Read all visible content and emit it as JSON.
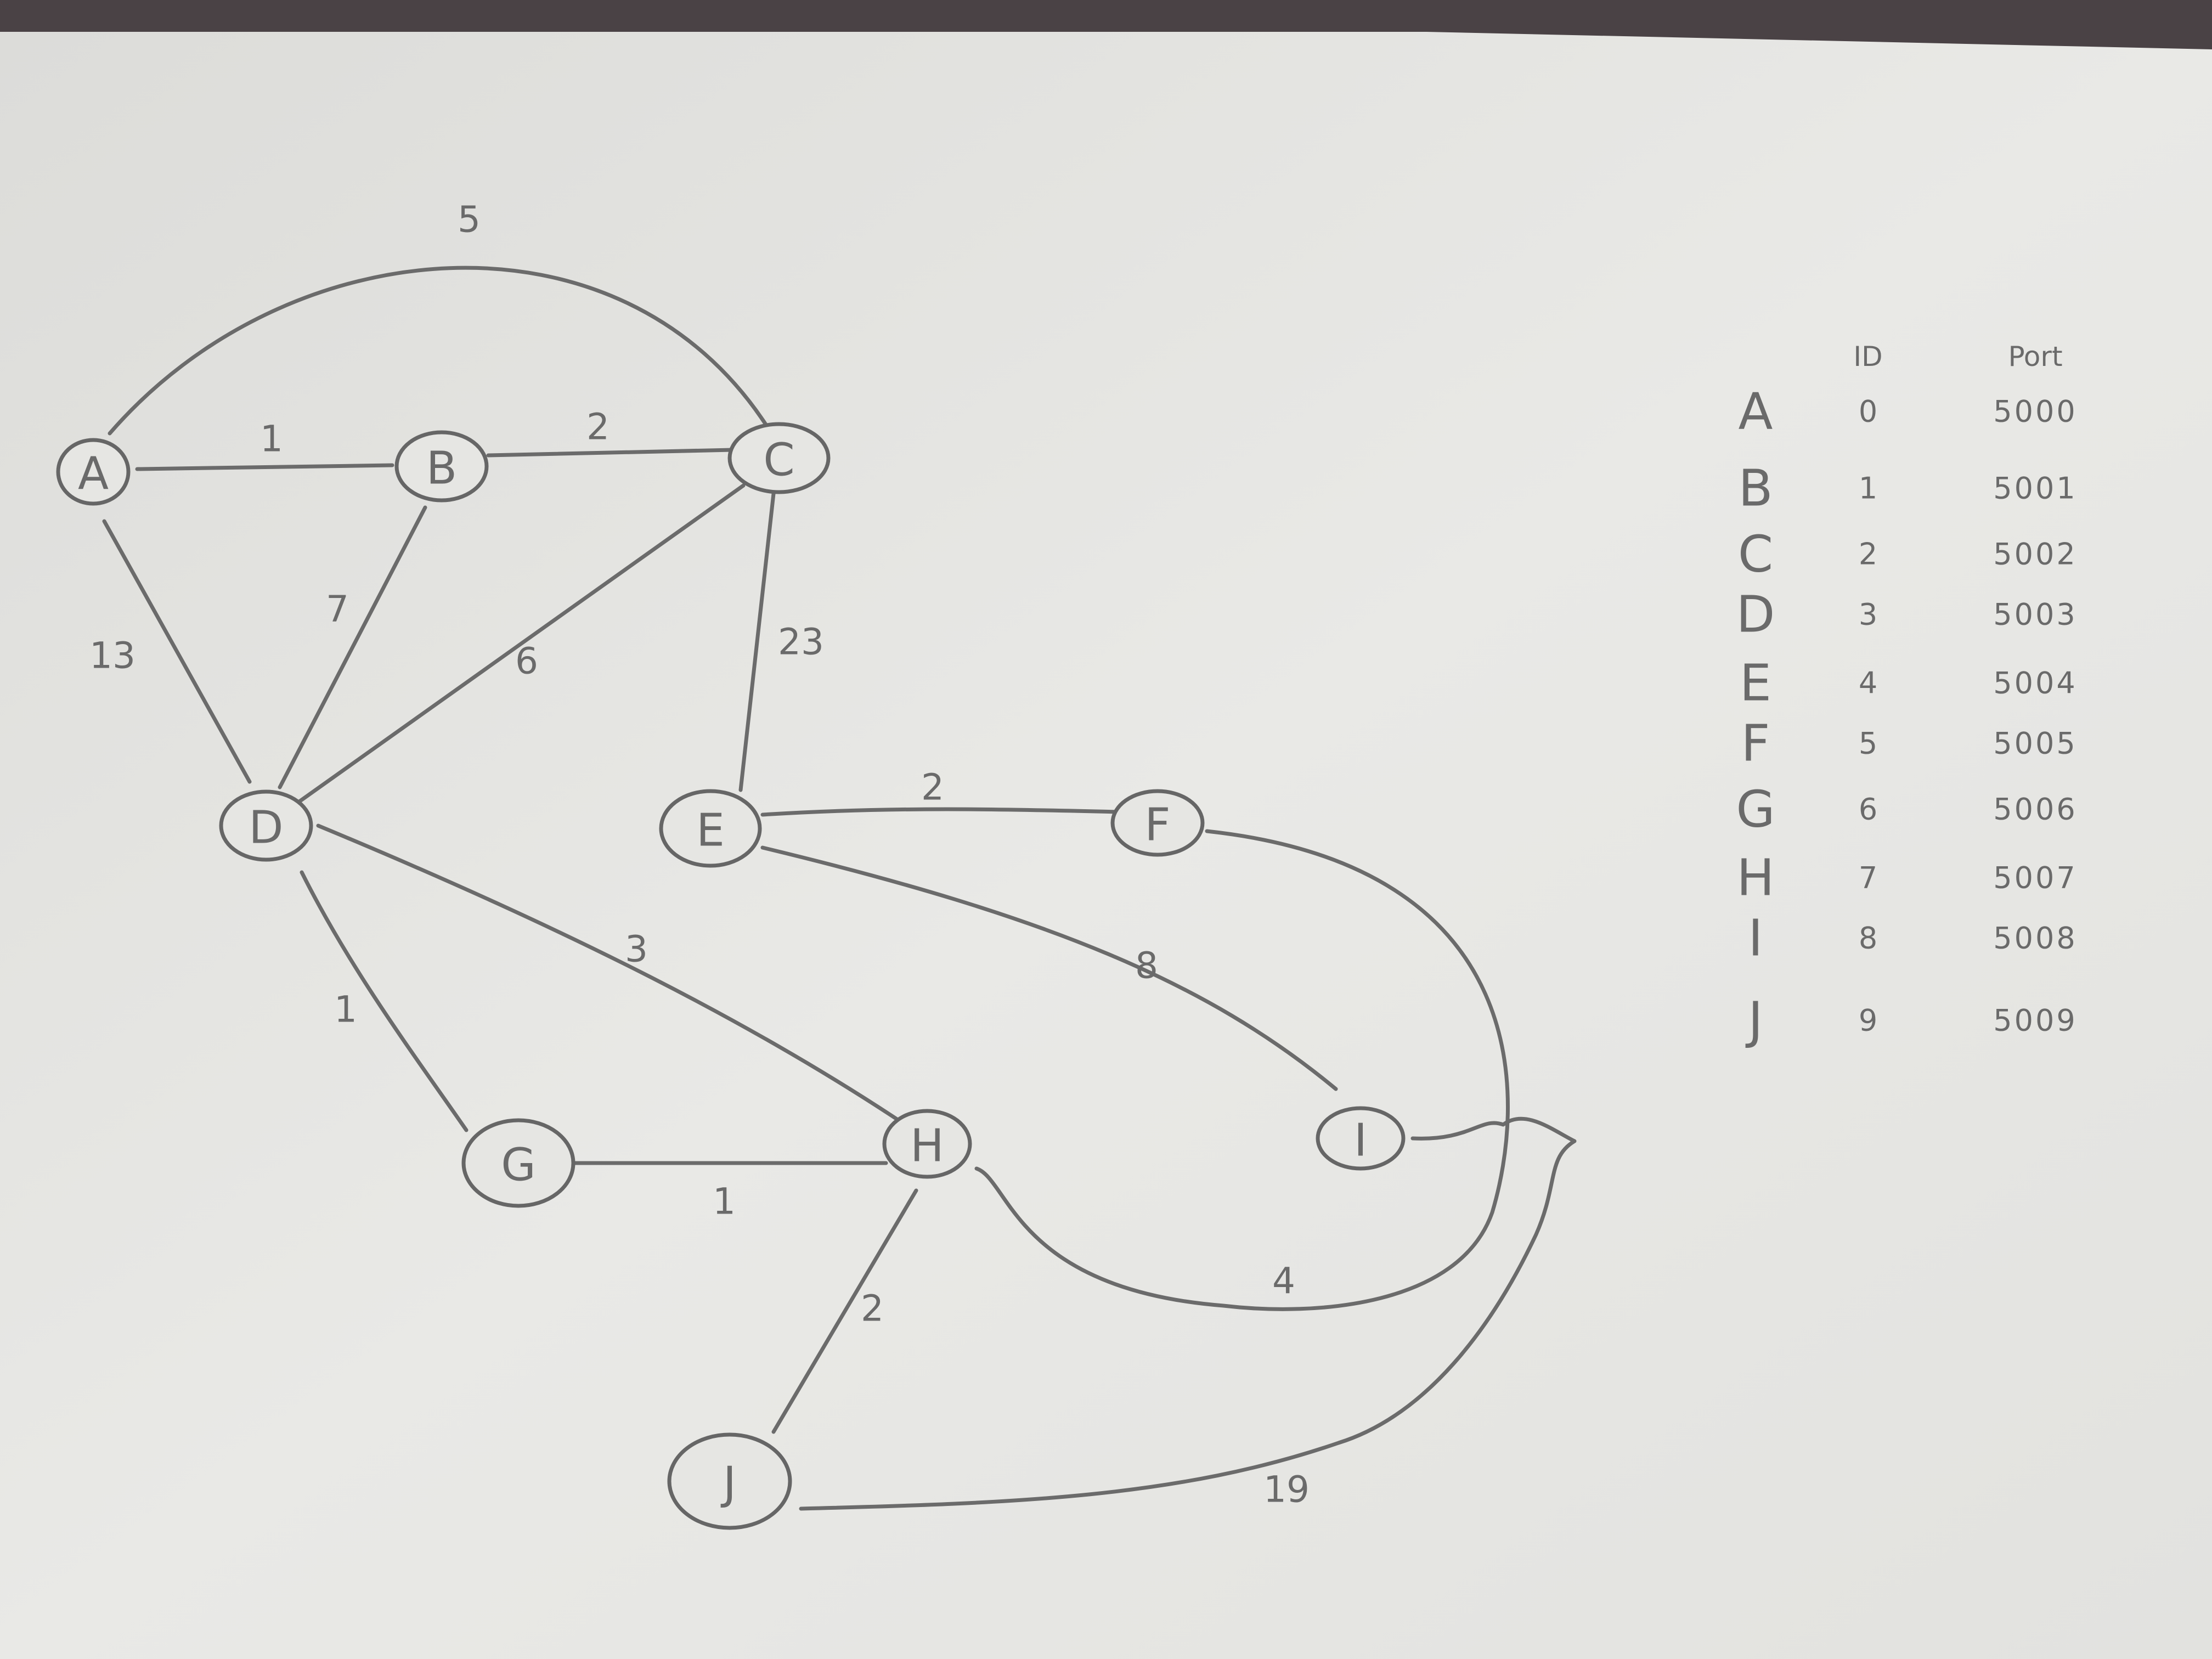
{
  "graph": {
    "nodes": [
      {
        "id": "A",
        "label": "A"
      },
      {
        "id": "B",
        "label": "B"
      },
      {
        "id": "C",
        "label": "C"
      },
      {
        "id": "D",
        "label": "D"
      },
      {
        "id": "E",
        "label": "E"
      },
      {
        "id": "F",
        "label": "F"
      },
      {
        "id": "G",
        "label": "G"
      },
      {
        "id": "H",
        "label": "H"
      },
      {
        "id": "I",
        "label": "I"
      },
      {
        "id": "J",
        "label": "J"
      }
    ],
    "edges": [
      {
        "from": "A",
        "to": "C",
        "weight": "5"
      },
      {
        "from": "A",
        "to": "B",
        "weight": "1"
      },
      {
        "from": "B",
        "to": "C",
        "weight": "2"
      },
      {
        "from": "A",
        "to": "D",
        "weight": "13"
      },
      {
        "from": "B",
        "to": "D",
        "weight": "7"
      },
      {
        "from": "C",
        "to": "D",
        "weight": "6"
      },
      {
        "from": "C",
        "to": "E",
        "weight": "23"
      },
      {
        "from": "E",
        "to": "F",
        "weight": "2"
      },
      {
        "from": "E",
        "to": "I",
        "weight": "8"
      },
      {
        "from": "D",
        "to": "H",
        "weight": "3"
      },
      {
        "from": "D",
        "to": "G",
        "weight": "1"
      },
      {
        "from": "G",
        "to": "H",
        "weight": "1"
      },
      {
        "from": "F",
        "to": "H",
        "weight": "4"
      },
      {
        "from": "H",
        "to": "J",
        "weight": "2"
      },
      {
        "from": "I",
        "to": "J",
        "weight": "19"
      }
    ]
  },
  "table": {
    "headers": {
      "id": "ID",
      "port": "Port"
    },
    "rows": [
      {
        "node": "A",
        "id": "0",
        "port": "5000"
      },
      {
        "node": "B",
        "id": "1",
        "port": "5001"
      },
      {
        "node": "C",
        "id": "2",
        "port": "5002"
      },
      {
        "node": "D",
        "id": "3",
        "port": "5003"
      },
      {
        "node": "E",
        "id": "4",
        "port": "5004"
      },
      {
        "node": "F",
        "id": "5",
        "port": "5005"
      },
      {
        "node": "G",
        "id": "6",
        "port": "5006"
      },
      {
        "node": "H",
        "id": "7",
        "port": "5007"
      },
      {
        "node": "I",
        "id": "8",
        "port": "5008"
      },
      {
        "node": "J",
        "id": "9",
        "port": "5009"
      }
    ]
  },
  "colors": {
    "paper": "#e6e6e3",
    "pencil": "#6a6a6a",
    "background": "#4a4245"
  }
}
